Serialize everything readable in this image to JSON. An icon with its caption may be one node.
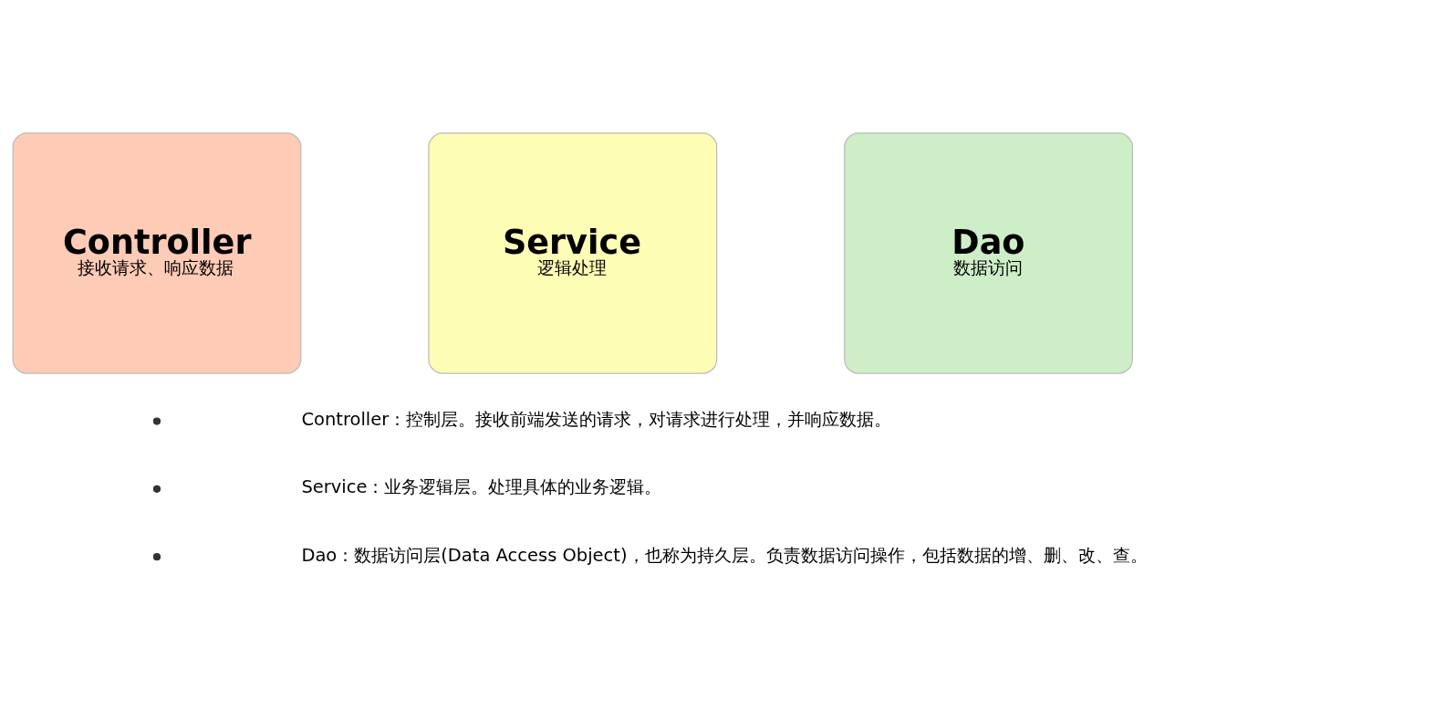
{
  "diagram": {
    "nodes": [
      {
        "text": [
          "Controller",
          "接收请求、响应数据"
        ]
      },
      {
        "text": [
          "Service",
          "逻辑处理"
        ]
      },
      {
        "text": [
          "Dao",
          "数据访问"
        ]
      }
    ],
    "labels": [
      "Controller：控制层。接收前端发送的请求，对请求进行处理，并响应数据。",
      "Service：业务逻辑层。处理具体的业务逻辑。",
      "Dao：数据访问层(Data Access Object)，也称为持久层。负责数据访问操作，包括数据的增、删、改、查。"
    ]
  }
}
